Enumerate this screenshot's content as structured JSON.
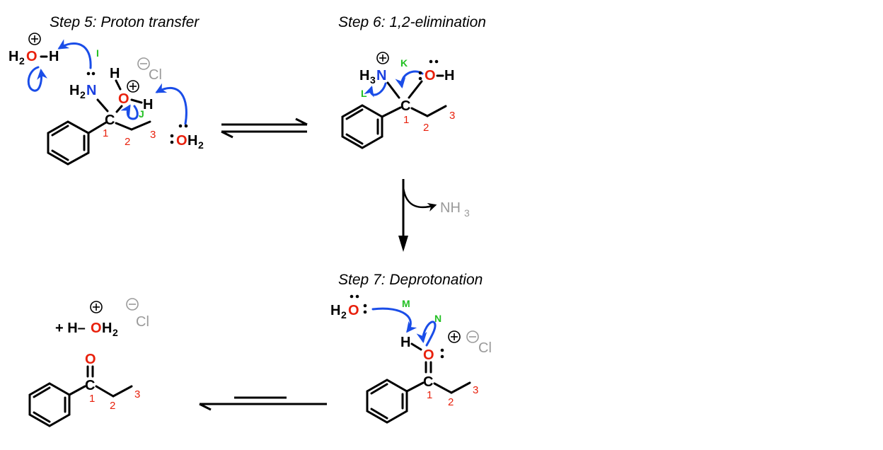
{
  "steps": {
    "step5": "Step 5: Proton transfer",
    "step6": "Step 6: 1,2-elimination",
    "step7": "Step 7: Deprotonation"
  },
  "atoms": {
    "H": "H",
    "O": "O",
    "N": "N",
    "C": "C",
    "Cl": "Cl",
    "sub2": "2",
    "sub3": "3",
    "dash_h": "–H",
    "plus_h": "+ H–"
  },
  "byproduct": {
    "base": "NH",
    "sub": "3"
  },
  "numbers": [
    "1",
    "2",
    "3"
  ],
  "arrow_labels": {
    "I": "I",
    "J": "J",
    "K": "K",
    "L": "L",
    "M": "M",
    "N": "N"
  },
  "colors": {
    "oxygen": "#e8200c",
    "nitrogen": "#1a3fe0",
    "arrow": "#1a4de8",
    "label": "#22c022",
    "chloride": "#9a9a9a"
  }
}
